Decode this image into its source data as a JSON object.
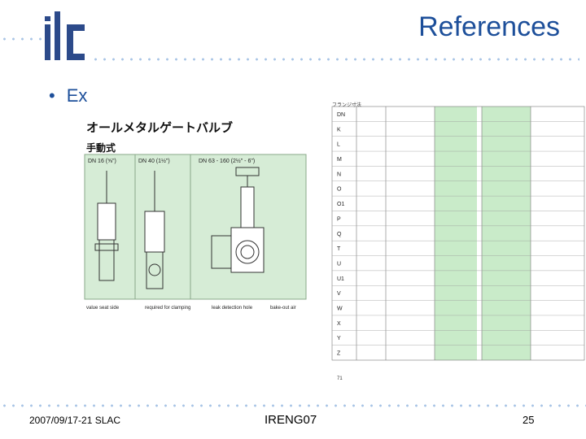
{
  "slide": {
    "title": "References",
    "bullet": "Ex"
  },
  "left_image": {
    "heading_jp": "オールメタルゲートバルブ",
    "subheading_jp": "手動式",
    "panel_labels": [
      "DN 16 (⅝\")",
      "DN 40 (1½\")",
      "DN 63 - 160 (2½\" - 6\")"
    ],
    "legend": [
      "value seat side",
      "required for clamping",
      "leak detection hole",
      "bake-out air"
    ]
  },
  "right_image": {
    "header_jp": "フランジ寸法",
    "row_labels": [
      "DN",
      "K",
      "L",
      "M",
      "N",
      "O",
      "O1",
      "P",
      "Q",
      "T",
      "U",
      "U1",
      "V",
      "W",
      "X",
      "Y",
      "Z"
    ],
    "footnote": "71"
  },
  "footer": {
    "date_org": "2007/09/17-21 SLAC",
    "event": "IRENG07",
    "page": "25"
  },
  "colors": {
    "title": "#1d4f9a",
    "dots": "#a8c4e6",
    "drawing_bg": "#d6ecd6",
    "table_green": "#c9ebc9",
    "logo": "#2c4a8a"
  }
}
